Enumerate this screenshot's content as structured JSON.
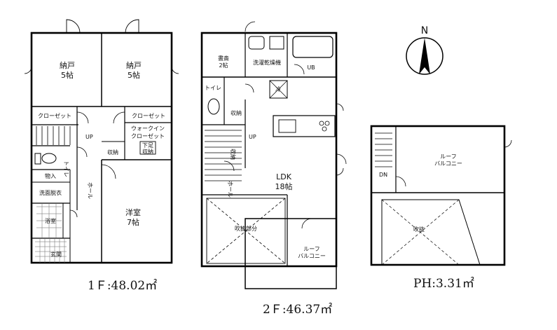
{
  "floor1": {
    "area_label": "1Ｆ:48.02㎡",
    "rooms": {
      "storage_left": [
        "納戸",
        "5帖"
      ],
      "storage_right": [
        "納戸",
        "5帖"
      ],
      "closet_left": "クローゼット",
      "closet_right": "クローゼット",
      "walkin": [
        "ウォークイン",
        "クローゼット"
      ],
      "shoes": [
        "下足",
        "収納"
      ],
      "small_storage": "収納",
      "toilet": "トイレ",
      "storage_box": "物入",
      "washroom": "洗面脱衣",
      "bath": "浴室",
      "entrance": "玄関",
      "hall": "ホール",
      "western": [
        "洋室",
        "7帖"
      ],
      "up": "UP"
    }
  },
  "floor2": {
    "area_label": "2Ｆ:46.37㎡",
    "rooms": {
      "study": [
        "書斎",
        "2帖"
      ],
      "laundry": "洗濯乾燥機",
      "ub": "UB",
      "toilet": "トイレ",
      "fridge": "冷",
      "storage1": "収納",
      "storage2": "収納",
      "ldk": [
        "LDK",
        "18帖"
      ],
      "void": "吹抜部分",
      "roof_balcony": [
        "ルーフ",
        "バルコニー"
      ],
      "up": "UP",
      "hall": "ホール"
    }
  },
  "penthouse": {
    "area_label": "PH:3.31㎡",
    "rooms": {
      "roof_balcony": [
        "ルーフ",
        "バルコニー"
      ],
      "down": "DN",
      "void": "吹抜"
    }
  },
  "compass": {
    "label": "N"
  }
}
